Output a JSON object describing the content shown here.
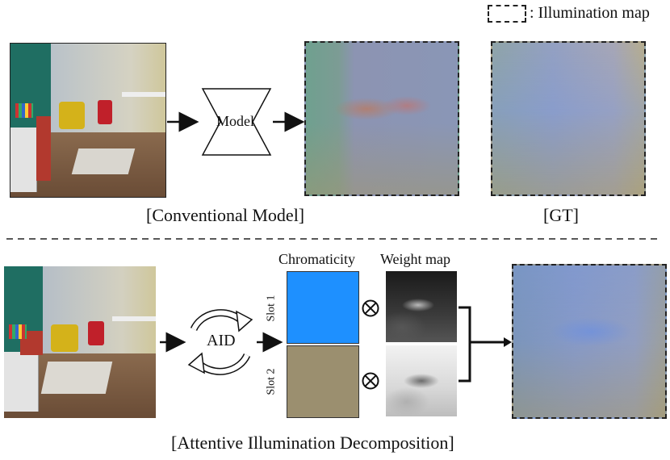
{
  "legend": {
    "label": ": Illumination map"
  },
  "top": {
    "model_label": "Model",
    "caption": "[Conventional Model]",
    "gt_caption": "[GT]"
  },
  "bottom": {
    "aid_label": "AID",
    "chromaticity_header": "Chromaticity",
    "weight_header": "Weight map",
    "slots": [
      {
        "label": "Slot 1",
        "color": "#1e90ff",
        "operator": "⊗"
      },
      {
        "label": "Slot 2",
        "color": "#9b8f6f",
        "operator": "⊗"
      }
    ],
    "caption": "[Attentive Illumination Decomposition]"
  },
  "colors": {
    "illum_blue": "#6e8fd0",
    "illum_tan": "#a89e7e",
    "room_wall_teal": "#1f6e62",
    "room_floor": "#7a5a40"
  }
}
